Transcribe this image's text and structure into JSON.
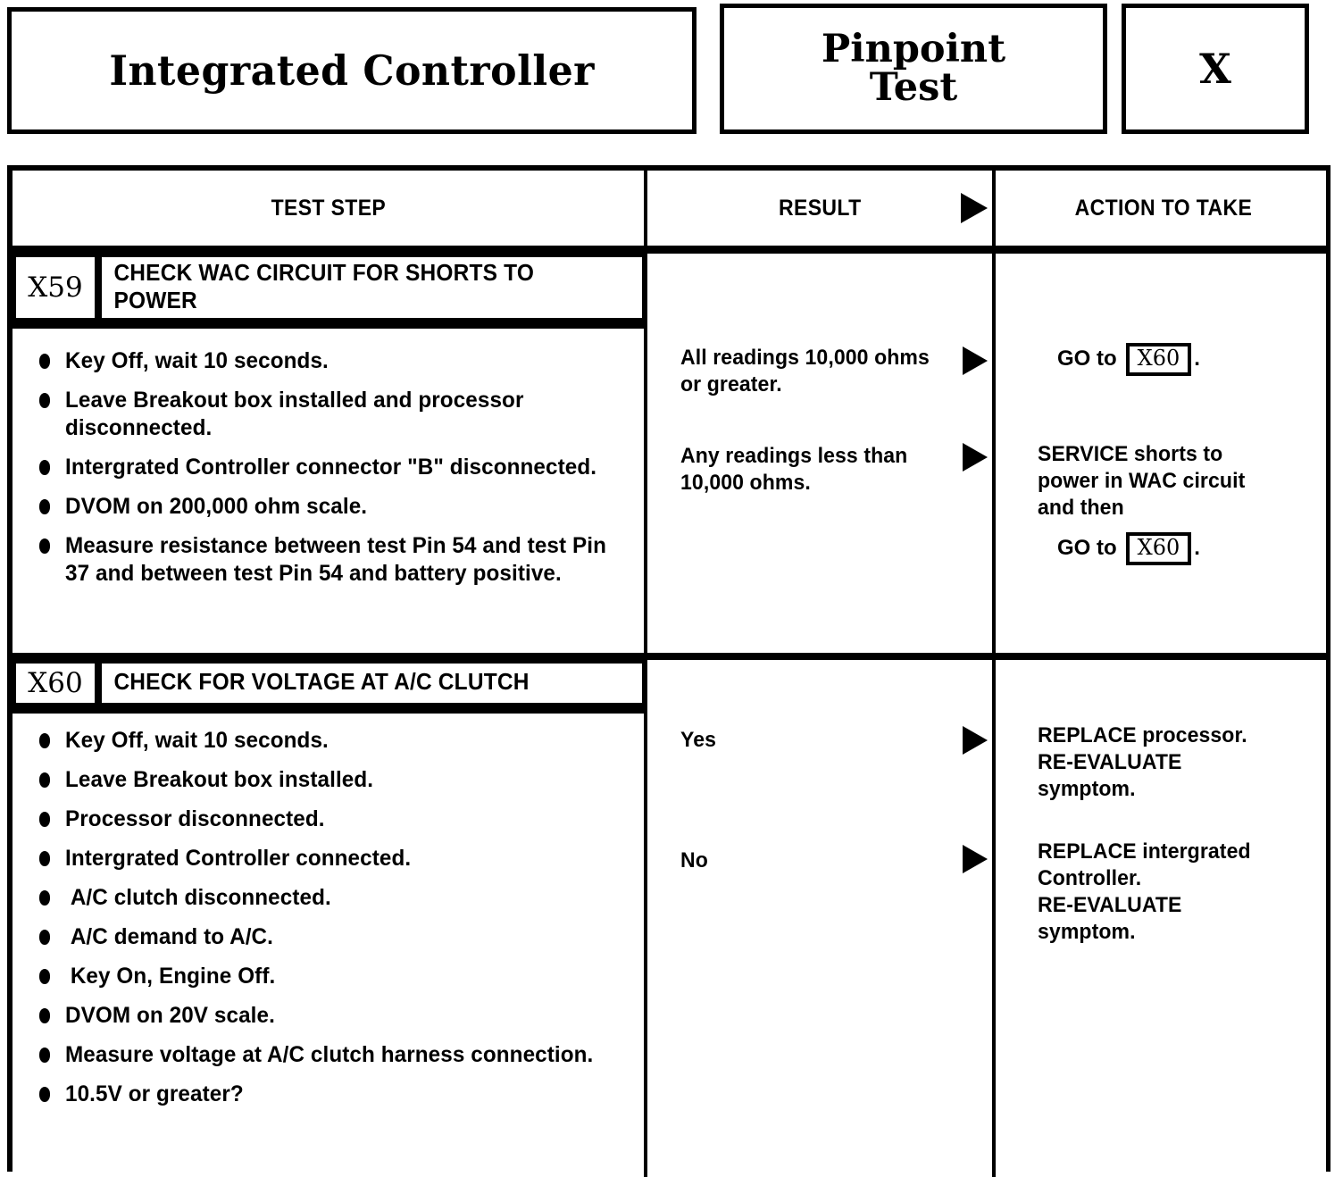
{
  "header": {
    "system_title": "Integrated Controller",
    "test_type_line1": "Pinpoint",
    "test_type_line2": "Test",
    "test_letter": "X"
  },
  "table": {
    "columns": {
      "test_step": "TEST STEP",
      "result": "RESULT",
      "action": "ACTION TO TAKE"
    },
    "header_arrow": "right-triangle-arrow-icon"
  },
  "steps": [
    {
      "id": "X59",
      "title": "CHECK WAC CIRCUIT FOR SHORTS TO POWER",
      "bullets": [
        "Key Off, wait 10 seconds.",
        "Leave Breakout box installed and processor disconnected.",
        "Intergrated Controller connector \"B\" disconnected.",
        "DVOM on 200,000 ohm scale.",
        "Measure resistance between test Pin 54 and test Pin 37 and between test Pin 54 and battery positive."
      ],
      "branches": [
        {
          "result": "All readings 10,000 ohms or greater.",
          "action_lines": [],
          "goto_prefix": "GO to",
          "goto_ref": "X60",
          "goto_suffix": "."
        },
        {
          "result": "Any readings less than 10,000 ohms.",
          "action_lines": [
            "SERVICE shorts to",
            "power in WAC circuit",
            "and then"
          ],
          "goto_prefix": "GO to",
          "goto_ref": "X60",
          "goto_suffix": "."
        }
      ]
    },
    {
      "id": "X60",
      "title": "CHECK FOR VOLTAGE AT A/C CLUTCH",
      "bullets": [
        "Key Off, wait 10 seconds.",
        "Leave Breakout box installed.",
        "Processor disconnected.",
        "Intergrated Controller connected.",
        "A/C clutch disconnected.",
        "A/C demand to A/C.",
        "Key On, Engine Off.",
        "DVOM on 20V scale.",
        "Measure voltage at A/C clutch harness connection.",
        "10.5V or greater?"
      ],
      "branches": [
        {
          "result": "Yes",
          "action_lines": [
            "REPLACE processor.",
            "RE-EVALUATE",
            "symptom."
          ]
        },
        {
          "result": "No",
          "action_lines": [
            "REPLACE intergrated",
            "Controller.",
            "RE-EVALUATE",
            "symptom."
          ]
        }
      ]
    }
  ],
  "colors": {
    "ink": "#000000",
    "paper": "#ffffff"
  }
}
